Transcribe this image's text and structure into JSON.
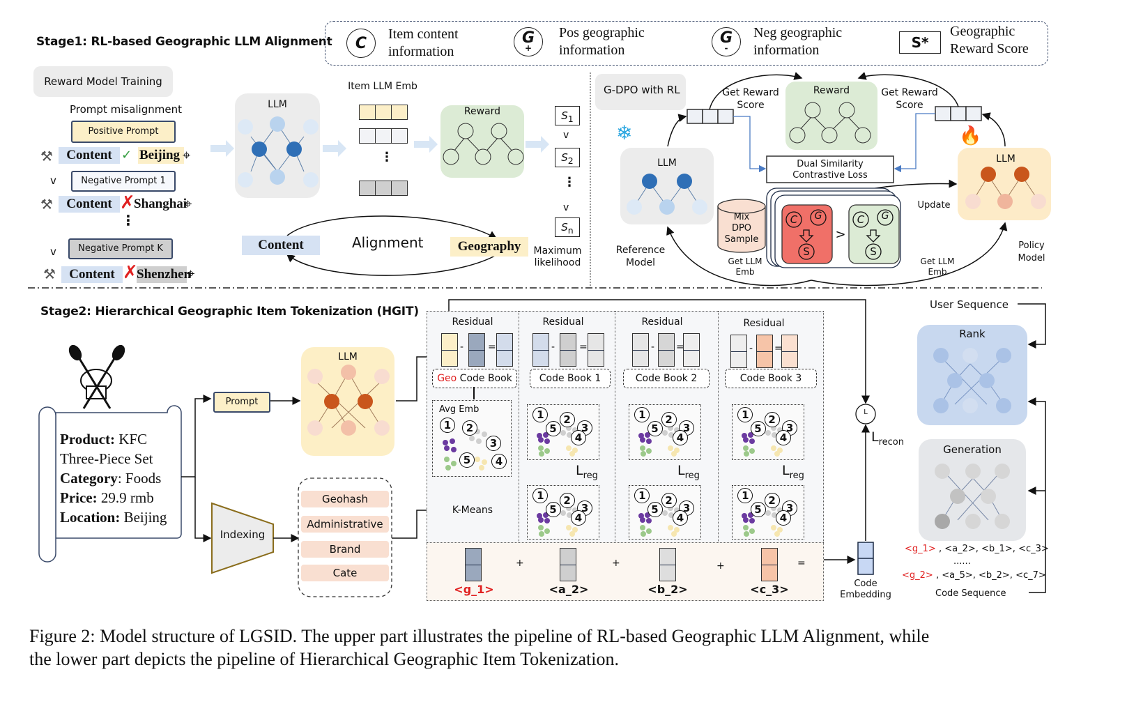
{
  "stage1": {
    "title": "Stage1: RL-based Geographic LLM Alignment",
    "reward_model_training": {
      "label": "Reward Model Training",
      "prompt_misalignment": "Prompt misalignment",
      "positive_prompt": "Positive Prompt",
      "negative_prompt_1": "Negative Prompt 1",
      "negative_prompt_k": "Negative Prompt K",
      "rows": [
        {
          "content": "Content",
          "mark": "✓",
          "location": "Beijing"
        },
        {
          "content": "Content",
          "mark": "✗",
          "location": "Shanghai"
        },
        {
          "content": "Content",
          "mark": "✗",
          "location": "Shenzhen"
        }
      ],
      "greater_than": "v",
      "ellipsis": "⋮"
    },
    "llm_label": "LLM",
    "item_llm_emb": "Item LLM Emb",
    "reward_label": "Reward",
    "scores": [
      "S1",
      "S2",
      "Sn"
    ],
    "score_subs": [
      "1",
      "2",
      "n"
    ],
    "score_sep": "v",
    "maximum_likelihood": [
      "Maximum",
      "likelihood"
    ],
    "alignment": {
      "content": "Content",
      "label": "Alignment",
      "geography": "Geography"
    }
  },
  "legend": [
    {
      "symbol": "C",
      "sub": "",
      "text": [
        "Item content",
        "information"
      ]
    },
    {
      "symbol": "G",
      "sub": "+",
      "text": [
        "Pos geographic",
        "information"
      ]
    },
    {
      "symbol": "G",
      "sub": "-",
      "text": [
        "Neg geographic",
        "information"
      ]
    },
    {
      "symbol": "S*",
      "sub": "",
      "text": [
        "Geographic",
        "Reward Score"
      ]
    }
  ],
  "gdpo": {
    "title": "G-DPO with RL",
    "get_reward_score": [
      "Get Reward",
      "Score"
    ],
    "reward_label": "Reward",
    "reference_llm": "LLM",
    "policy_llm": "LLM",
    "loss": [
      "Dual Similarity",
      "Contrastive Loss"
    ],
    "mix_dpo": [
      "Mix",
      "DPO",
      "Sample"
    ],
    "update": "Update",
    "get_llm_emb": [
      "Get LLM",
      "Emb"
    ],
    "reference_model": [
      "Reference",
      "Model"
    ],
    "policy_model": [
      "Policy",
      "Model"
    ],
    "neg_sample": {
      "c": "C",
      "g": "G",
      "s": "S"
    },
    "pos_sample": {
      "c": "C",
      "g": "G",
      "s": "S"
    },
    "compare": ">"
  },
  "stage2": {
    "title": "Stage2: Hierarchical Geographic Item Tokenization (HGIT)",
    "item_card": [
      {
        "key": "Product:",
        "value": " KFC"
      },
      {
        "key": "",
        "value": "Three-Piece Set"
      },
      {
        "key": "Category",
        "value": ": Foods"
      },
      {
        "key": "Price:",
        "value": " 29.9 rmb"
      },
      {
        "key": "Location:",
        "value": " Beijing"
      }
    ],
    "prompt": "Prompt",
    "llm_label": "LLM",
    "indexing": "Indexing",
    "index_items": [
      "Geohash",
      "Administrative",
      "Brand",
      "Cate"
    ],
    "kmeans": "K-Means",
    "avg_emb": "Avg Emb",
    "residual": "Residual",
    "codebooks": [
      {
        "prefix": "Geo",
        "label": " Code Book"
      },
      {
        "prefix": "",
        "label": "Code Book 1"
      },
      {
        "prefix": "",
        "label": "Code Book 2"
      },
      {
        "prefix": "",
        "label": "Code Book 3"
      }
    ],
    "cluster_numbers": [
      "1",
      "2",
      "3",
      "4",
      "5"
    ],
    "lreg": {
      "main": "L",
      "sub": "reg"
    },
    "lrecon": {
      "main": "L",
      "sub": "recon"
    },
    "l_node": "L",
    "minus": "-",
    "equals": "=",
    "plus": "+",
    "tokens": [
      {
        "text": "<g_1>",
        "highlight": true
      },
      {
        "text": "<a_2>",
        "highlight": false
      },
      {
        "text": "<b_2>",
        "highlight": false
      },
      {
        "text": "<c_3>",
        "highlight": false
      }
    ],
    "code_embedding": [
      "Code",
      "Embedding"
    ],
    "user_sequence": "User Sequence",
    "rank": "Rank",
    "generation": "Generation",
    "code_sequences": [
      {
        "head": "<g_1>",
        "rest": " , <a_2>, <b_1>, <c_3>"
      },
      {
        "head": "",
        "rest": "......"
      },
      {
        "head": "<g_2>",
        "rest": " , <a_5>, <b_2>, <c_7>"
      }
    ],
    "code_sequence_label": "Code Sequence"
  },
  "caption": {
    "line1": "Figure 2: Model structure of LGSID. The upper part illustrates the pipeline of RL-based Geographic LLM Alignment, while",
    "line2": "the lower part depicts the pipeline of Hierarchical Geographic Item Tokenization."
  },
  "colors": {
    "highlight_red": "#e02020",
    "content_blue": "#d6e2f3",
    "geo_yellow": "#fcefc8",
    "reward_green": "#dcebd5",
    "llm_gray": "#ececec",
    "policy_orange": "#fdebc8",
    "node_blue_dark": "#2f6fb6",
    "node_orange_dark": "#c9561c",
    "neg_red": "#f07068",
    "pos_green": "#dcebd5"
  }
}
